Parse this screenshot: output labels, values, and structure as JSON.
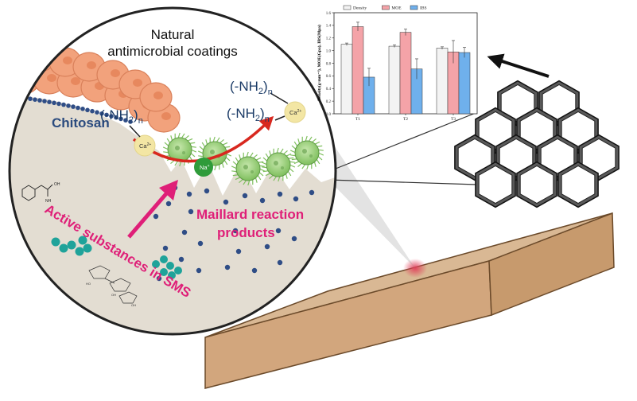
{
  "circle": {
    "title_line1": "Natural",
    "title_line2": "antimicrobial coatings",
    "chitosan": "Chitosan",
    "amine_left": "(-NH",
    "amine_sub": "2",
    "amine_close": ")",
    "amine_n": "n",
    "ca_label": "Ca",
    "ca_sup": "2+",
    "na_label": "Na",
    "na_sup": "+",
    "maillard_line1": "Maillard reaction",
    "maillard_line2": "products",
    "active": "Active substances in SMS"
  },
  "colors": {
    "background_circle": "#e3ddd2",
    "cells": "#f2a27c",
    "chitosan_dots": "#2f4d86",
    "arrow_red": "#d8281f",
    "arrow_pink": "#df1f78",
    "microbe": "#9ccf7c",
    "na": "#2f9b3a",
    "ca": "#f3e6a4",
    "teal": "#1fa39a",
    "board_top": "#d9b894",
    "board_front": "#d2a67d",
    "board_side": "#c79a6d"
  },
  "chart_data": {
    "type": "bar",
    "categories": [
      "T1",
      "T2",
      "T3"
    ],
    "series": [
      {
        "name": "Density",
        "values": [
          1.1,
          1.07,
          1.04
        ],
        "errors": [
          0.02,
          0.02,
          0.02
        ],
        "color": "#f3f3f3"
      },
      {
        "name": "MOE",
        "values": [
          1.38,
          1.29,
          0.98
        ],
        "errors": [
          0.07,
          0.05,
          0.18
        ],
        "color": "#f4a3a8"
      },
      {
        "name": "IBS",
        "values": [
          0.58,
          0.71,
          0.97
        ],
        "errors": [
          0.14,
          0.16,
          0.08
        ],
        "color": "#6fb0ec"
      }
    ],
    "ylabel": "Density(g·mm⁻³), MOE(Gpa), IBS(Mpa)",
    "ylim": [
      0,
      1.6
    ],
    "yticks": [
      "0.0",
      "0.2",
      "0.4",
      "0.6",
      "0.8",
      "1.0",
      "1.2",
      "1.4",
      "1.6"
    ],
    "legend_position": "top"
  }
}
